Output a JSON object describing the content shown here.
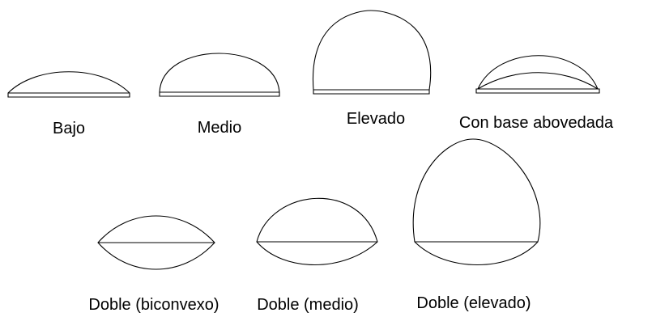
{
  "shapes": [
    {
      "id": "bajo",
      "label": "Bajo"
    },
    {
      "id": "medio",
      "label": "Medio"
    },
    {
      "id": "elevado",
      "label": "Elevado"
    },
    {
      "id": "con-base-abovedada",
      "label": "Con base abovedada"
    },
    {
      "id": "doble-biconvexo",
      "label": "Doble (biconvexo)"
    },
    {
      "id": "doble-medio",
      "label": "Doble (medio)"
    },
    {
      "id": "doble-elevado",
      "label": "Doble (elevado)"
    }
  ],
  "colors": {
    "stroke": "#000000",
    "background": "#ffffff"
  }
}
